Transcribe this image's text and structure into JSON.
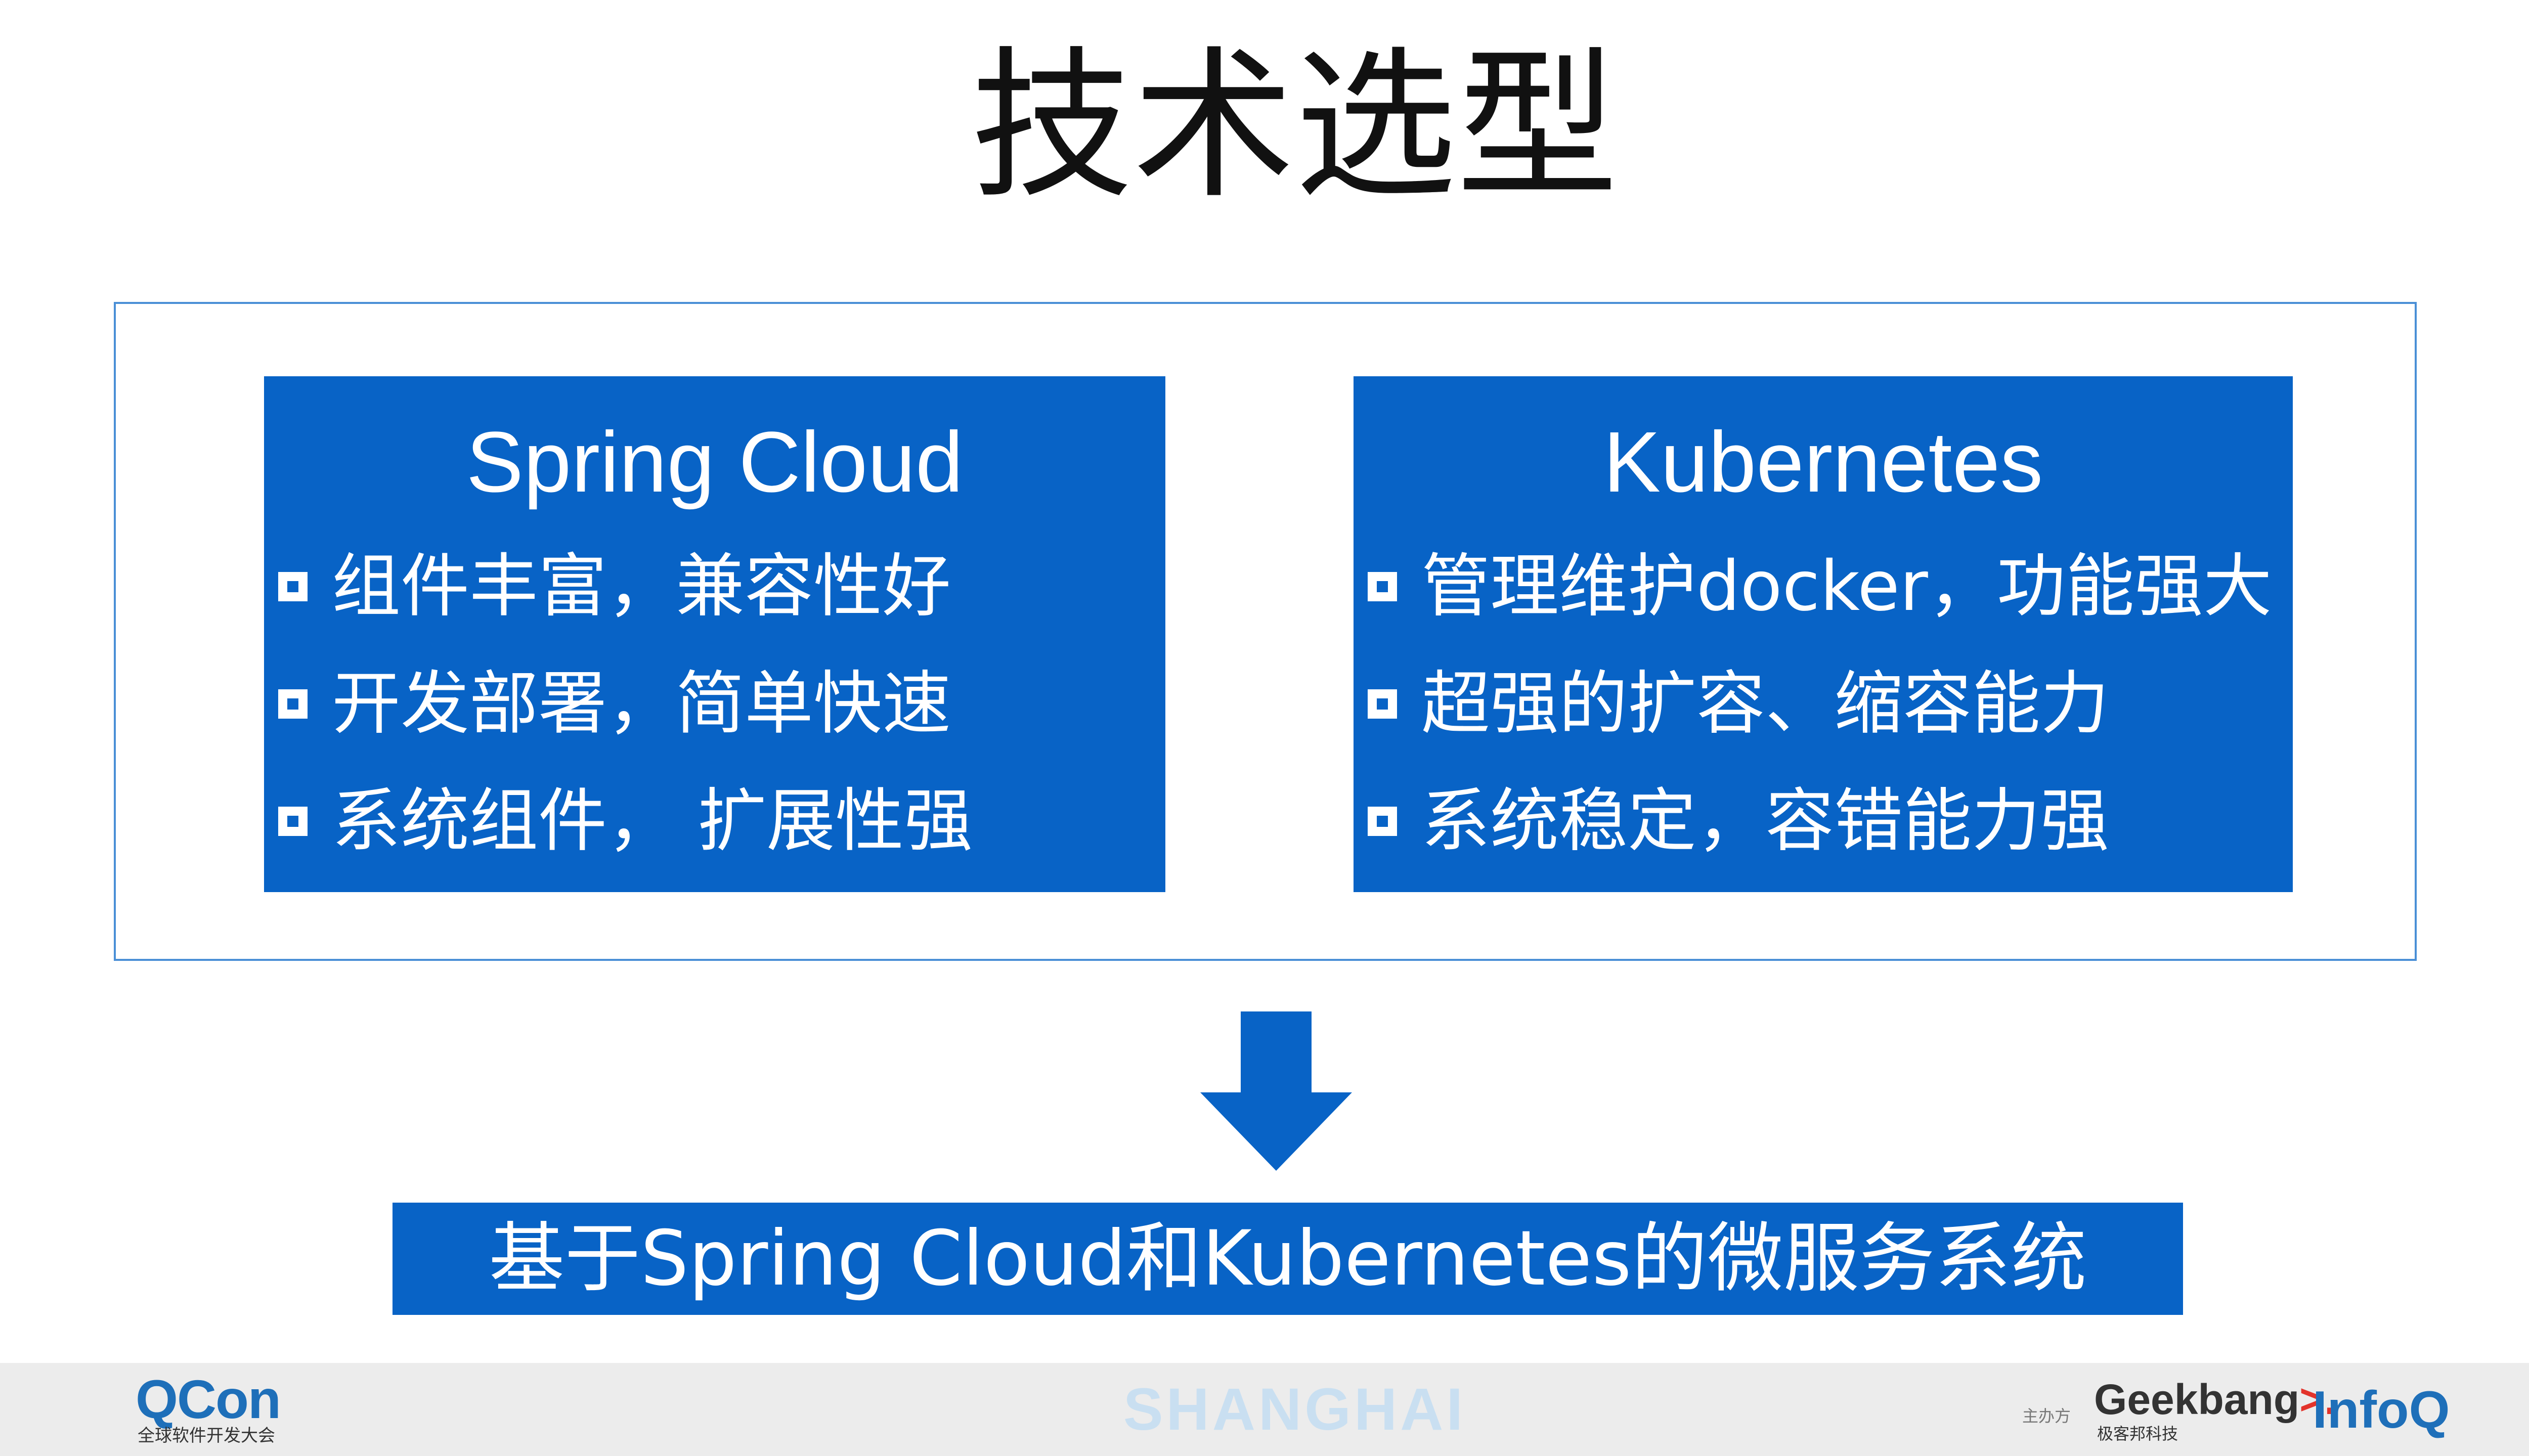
{
  "slide": {
    "title": "技术选型"
  },
  "panels": [
    {
      "title": "Spring Cloud",
      "items": [
        "组件丰富，兼容性好",
        "开发部署，简单快速",
        "系统组件， 扩展性强"
      ]
    },
    {
      "title": "Kubernetes",
      "items": [
        "管理维护docker，功能强大",
        "超强的扩容、缩容能力",
        "系统稳定，容错能力强"
      ]
    }
  ],
  "summary": {
    "text": "基于Spring Cloud和Kubernetes的微服务系统"
  },
  "footer": {
    "qcon_logo": "QCon",
    "qcon_subtitle": "全球软件开发大会",
    "city": "SHANGHAI",
    "sponsor_label": "主办方",
    "geekbang_logo": "Geekbang",
    "geekbang_chevron": ">.",
    "geekbang_subtitle": "极客邦科技",
    "infoq_logo": "InfoQ"
  },
  "colors": {
    "panel_blue": "#0863c6",
    "frame_blue": "#4a8fd6",
    "qcon_blue": "#1e6fb9",
    "qcon_green": "#39a935",
    "geek_red": "#e2332b",
    "footer_gray": "#ececec"
  },
  "icons": {
    "bullet": "hollow-square-bullet-icon",
    "flow_arrow": "arrow-down-icon"
  }
}
